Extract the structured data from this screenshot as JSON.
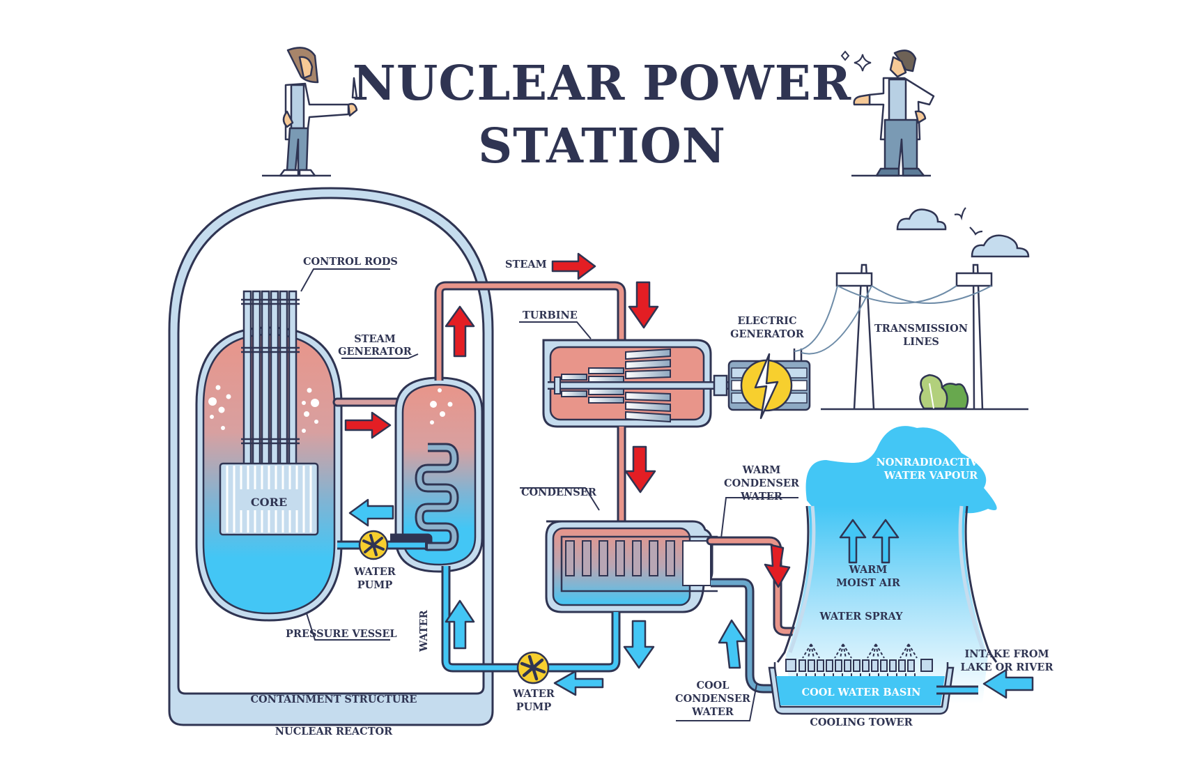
{
  "title": {
    "line1": "NUCLEAR POWER",
    "line2": "STATION"
  },
  "labels": {
    "control_rods": "CONTROL RODS",
    "steam_generator_1": "STEAM",
    "steam_generator_2": "GENERATOR",
    "steam": "STEAM",
    "turbine": "TURBINE",
    "electric_generator_1": "ELECTRIC",
    "electric_generator_2": "GENERATOR",
    "transmission_lines_1": "TRANSMISSION",
    "transmission_lines_2": "LINES",
    "core": "CORE",
    "water_pump_1a": "WATER",
    "water_pump_1b": "PUMP",
    "pressure_vessel": "PRESSURE VESSEL",
    "water": "WATER",
    "containment_structure": "CONTAINMENT STRUCTURE",
    "nuclear_reactor": "NUCLEAR REACTOR",
    "condenser": "CONDENSER",
    "water_pump_2a": "WATER",
    "water_pump_2b": "PUMP",
    "warm_condenser_water_1": "WARM",
    "warm_condenser_water_2": "CONDENSER",
    "warm_condenser_water_3": "WATER",
    "cool_condenser_water_1": "COOL",
    "cool_condenser_water_2": "CONDENSER",
    "cool_condenser_water_3": "WATER",
    "vapour_1": "NONRADIOACTIVE",
    "vapour_2": "WATER VAPOUR",
    "warm_moist_air_1": "WARM",
    "warm_moist_air_2": "MOIST AIR",
    "water_spray": "WATER SPRAY",
    "cool_water_basin": "COOL WATER BASIN",
    "cooling_tower": "COOLING TOWER",
    "intake_1": "INTAKE FROM",
    "intake_2": "LAKE OR RIVER"
  },
  "colors": {
    "outline": "#2f3452",
    "hot": "#e8958a",
    "cold": "#43c6f5",
    "shell": "#c5dcee",
    "arrow_hot": "#e31e24",
    "generator": "#f7cf2e",
    "plant": "#a6c76a"
  }
}
